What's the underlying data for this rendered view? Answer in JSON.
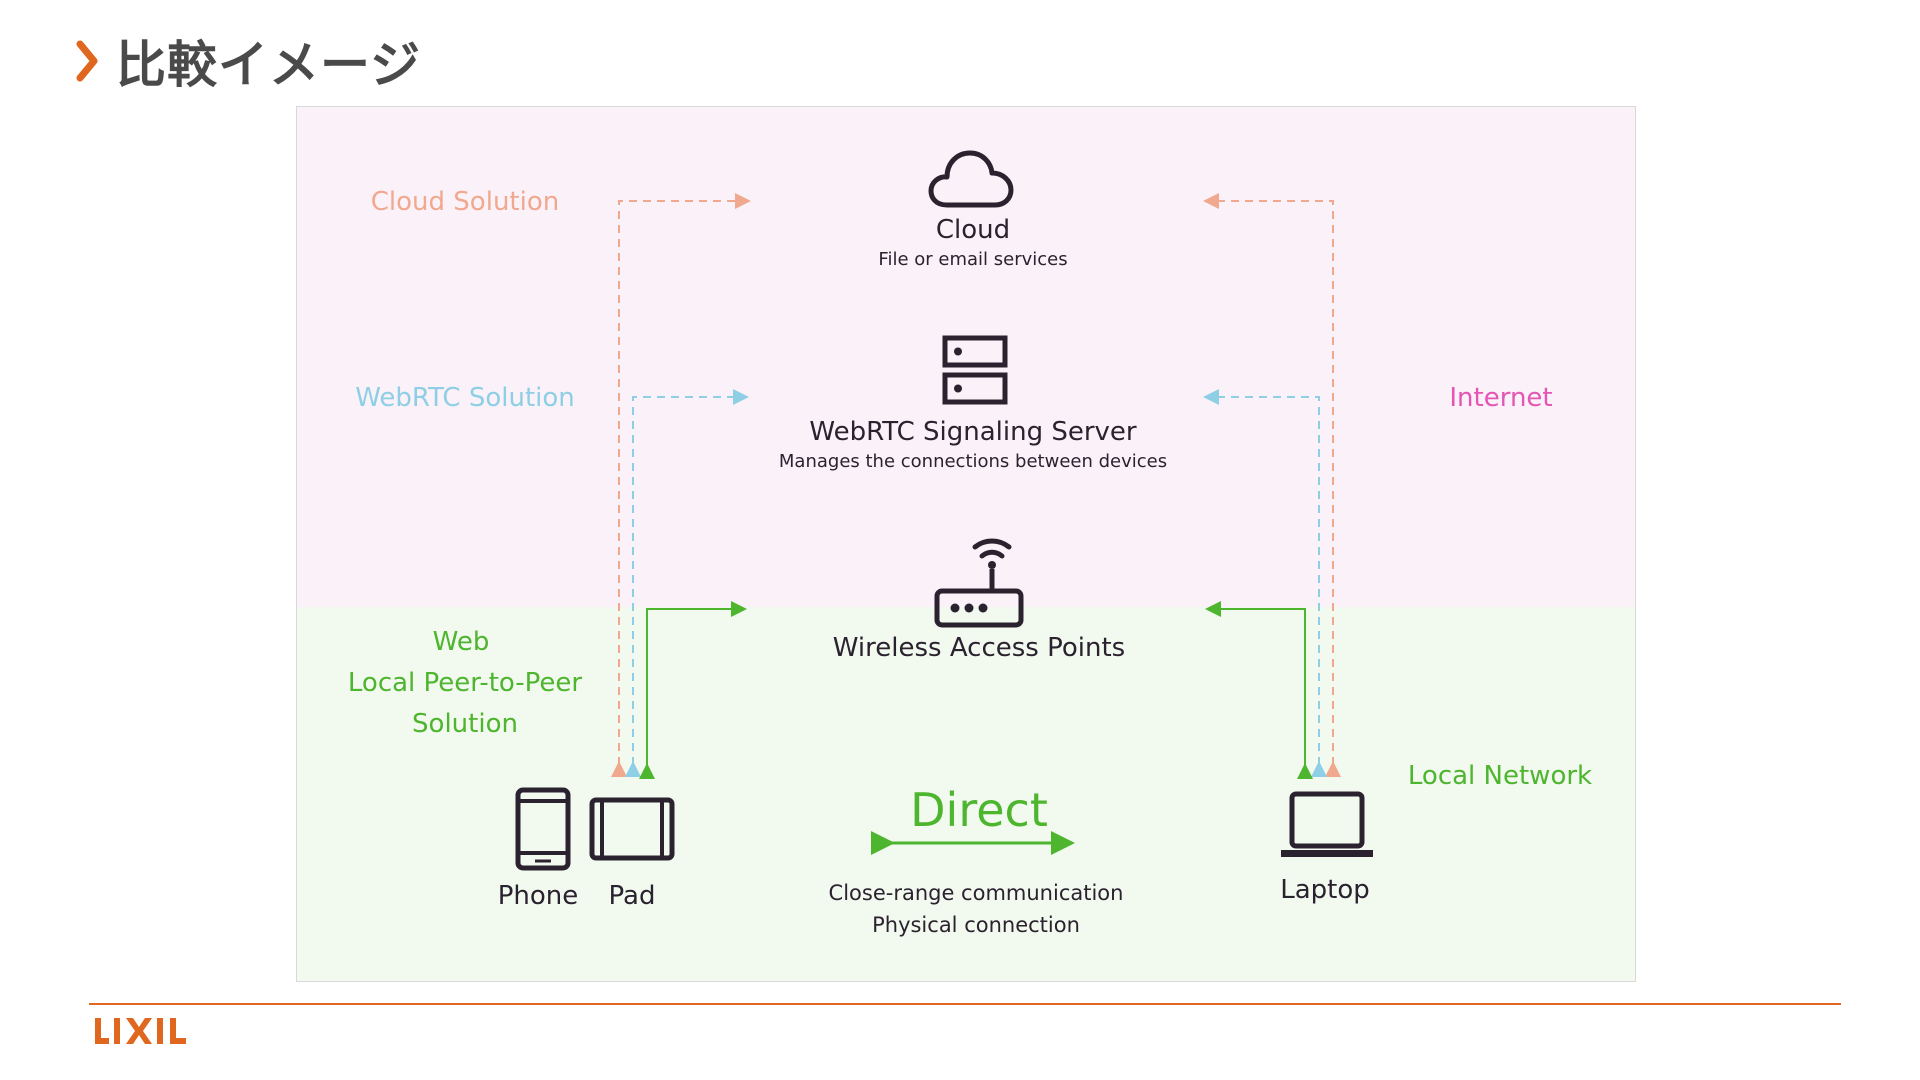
{
  "header": {
    "title": "比較イメージ"
  },
  "zones": {
    "internet_label": "Internet",
    "local_label": "Local Network"
  },
  "solutions": {
    "cloud": "Cloud Solution",
    "webrtc": "WebRTC Solution",
    "web_local": [
      "Web",
      "Local Peer-to-Peer",
      "Solution"
    ]
  },
  "nodes": {
    "cloud": {
      "title": "Cloud",
      "subtitle": "File or email services"
    },
    "server": {
      "title": "WebRTC Signaling Server",
      "subtitle": "Manages the connections between devices"
    },
    "wap": {
      "title": "Wireless Access Points"
    },
    "phone": {
      "title": "Phone"
    },
    "pad": {
      "title": "Pad"
    },
    "laptop": {
      "title": "Laptop"
    }
  },
  "direct": {
    "title": "Direct",
    "desc": [
      "Close-range communication",
      "Physical connection"
    ]
  },
  "footer": {
    "logo": "LIXIL"
  },
  "colors": {
    "accent_orange": "#e0671f",
    "cloud_line": "#f0a98e",
    "webrtc_line": "#8ecfe6",
    "internet_text": "#e455b5",
    "local_green": "#4db52e",
    "internet_zone": "#fbf1f8",
    "local_zone": "#f2f9ee",
    "icon_dark": "#2b2230"
  },
  "icons": [
    "chevron-right-icon",
    "cloud-icon",
    "server-icon",
    "router-icon",
    "phone-icon",
    "tablet-icon",
    "laptop-icon"
  ]
}
